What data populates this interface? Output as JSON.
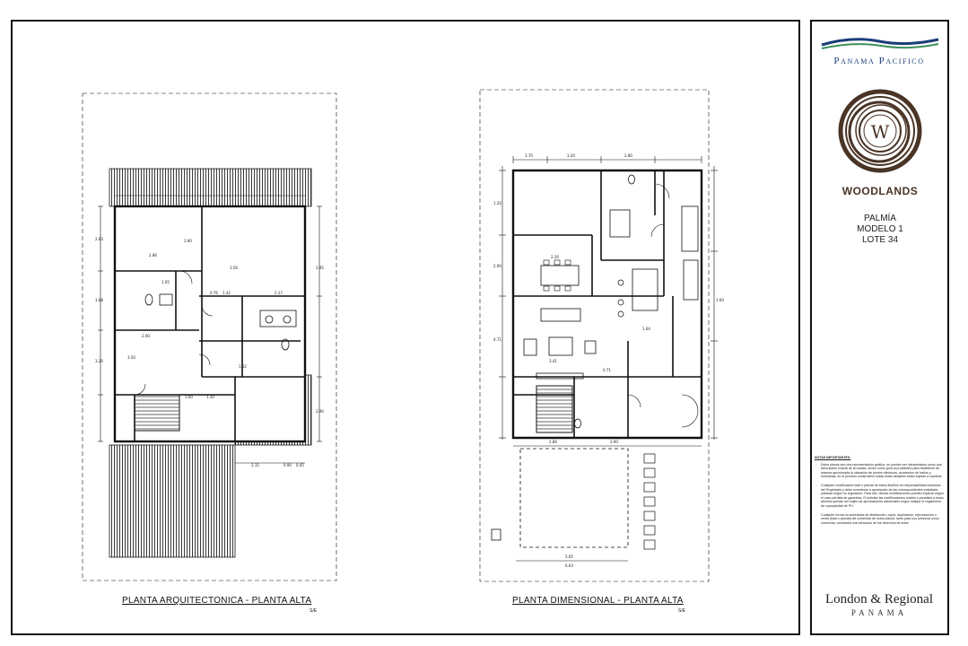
{
  "sheet": {
    "left_plan_title": "PLANTA ARQUITECTONICA - PLANTA ALTA",
    "right_plan_title": "PLANTA DIMENSIONAL - PLANTA ALTA",
    "left_scale": "S/E",
    "right_scale": "S/E"
  },
  "dimensions": {
    "left": [
      "2.86",
      "2.80",
      "3.56",
      "2.83",
      "1.42",
      "2.27",
      "2.95",
      "1.88",
      "1.05",
      "3.50",
      "3.20",
      "2.00",
      "1.02",
      "1.60",
      "2.90",
      "1.30",
      "0.76",
      "2.15",
      "0.90",
      "0.45"
    ],
    "right": [
      "3.70",
      "1.20",
      "2.90",
      "3.20",
      "2.80",
      "2.20",
      "1.64",
      "1.60",
      "3.41",
      "4.71",
      "2.80",
      "3.90",
      "5.65",
      "6.63",
      "0.71"
    ]
  },
  "title_block": {
    "panama_pacifico": "Panama Pacifico",
    "woodlands_logo_letter": "W",
    "woodlands_name": "WOODLANDS",
    "model_lines": [
      "PALMÍA",
      "MODELO 1",
      "LOTE 34"
    ],
    "notes_heading": "NOTAS IMPORTANTES:",
    "notes": [
      "Estos planos son una representación gráfica, no pueden ser interpretados como una descripción exacta de la unidad, sirven como guía al propietario para establecer de manera aproximada la ubicación de puntos eléctricos, accesorios de baños y luminarias, en el proceso constructivo todas estas variables están sujetas a cambios.",
      "Cualquier modificación total o parcial de estos diseños es responsabilidad exclusiva del Propietario y debe someterse a aprobación de las correspondientes entidades públicas según su regulación. Para ello, dichas modificaciones pueden implicar según el caso pérdida de garantías. El solicitar las modificaciones totales o parciales a estos diseños quedan sin sujeto de aprobaciones adicionales según indique el reglamento de copropiedad de PH.",
      "Cualquier forma no autorizada de distribución, copia, duplicación, reproducción o venta (total o parcial) del contenido de estos planos, tanto para uso personal como comercial, constituirá una infracción de los derechos de autor."
    ],
    "developer_name": "London & Regional",
    "developer_sub": "PANAMA"
  },
  "colors": {
    "wood_brown": "#4a3426",
    "pp_blue": "#1b3d7a",
    "pp_green": "#3f8f5a",
    "line": "#111111"
  }
}
